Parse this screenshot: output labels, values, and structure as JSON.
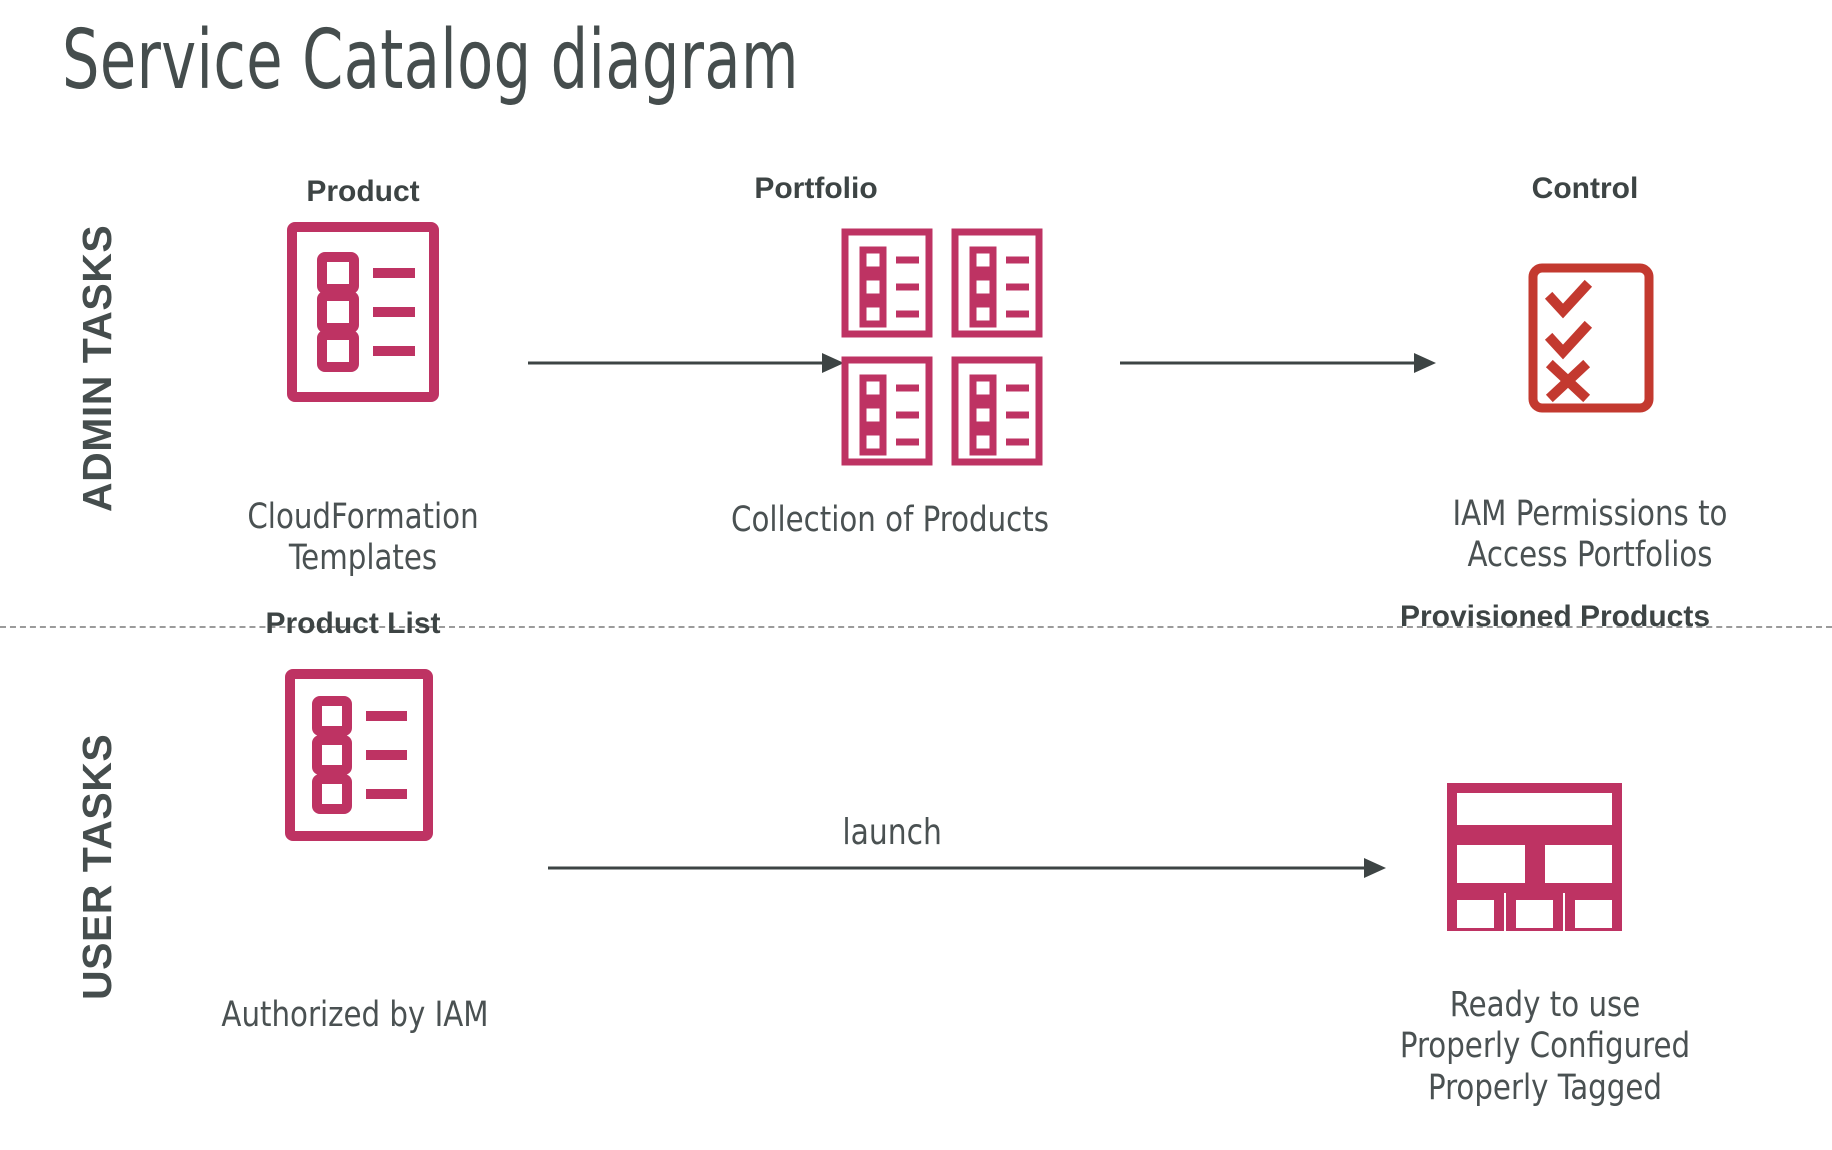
{
  "page": {
    "title": "Service Catalog diagram",
    "background_color": "#ffffff",
    "text_color": "#454d4d",
    "accent_crimson": "#be3363",
    "accent_red": "#c3392f",
    "arrow_color": "#3d4444",
    "divider_color": "#9b9b9b"
  },
  "bands": [
    {
      "id": "admin",
      "label": "ADMIN TASKS"
    },
    {
      "id": "user",
      "label": "USER TASKS"
    }
  ],
  "nodes": [
    {
      "id": "product",
      "band": "admin",
      "heading": "Product",
      "caption": "CloudFormation\nTemplates",
      "icon": "product-list-icon",
      "icon_color": "#be3363"
    },
    {
      "id": "portfolio",
      "band": "admin",
      "heading": "Portfolio",
      "caption": "Collection of Products",
      "icon": "portfolio-grid-icon",
      "icon_color": "#be3363"
    },
    {
      "id": "control",
      "band": "admin",
      "heading": "Control",
      "caption": "IAM Permissions to\nAccess Portfolios",
      "icon": "checklist-approval-icon",
      "icon_color": "#c3392f"
    },
    {
      "id": "product-list",
      "band": "user",
      "heading": "Product List",
      "caption": "Authorized by IAM",
      "icon": "product-list-icon",
      "icon_color": "#be3363"
    },
    {
      "id": "provisioned-products",
      "band": "user",
      "heading": "Provisioned Products",
      "caption": "Ready to use\nProperly Configured\nProperly Tagged",
      "icon": "provisioned-blocks-icon",
      "icon_color": "#be3363"
    }
  ],
  "edges": [
    {
      "id": "product-to-portfolio",
      "from": "product",
      "to": "portfolio",
      "label": ""
    },
    {
      "id": "portfolio-to-control",
      "from": "portfolio",
      "to": "control",
      "label": ""
    },
    {
      "id": "productlist-to-provisioned",
      "from": "product-list",
      "to": "provisioned-products",
      "label": "launch"
    }
  ]
}
